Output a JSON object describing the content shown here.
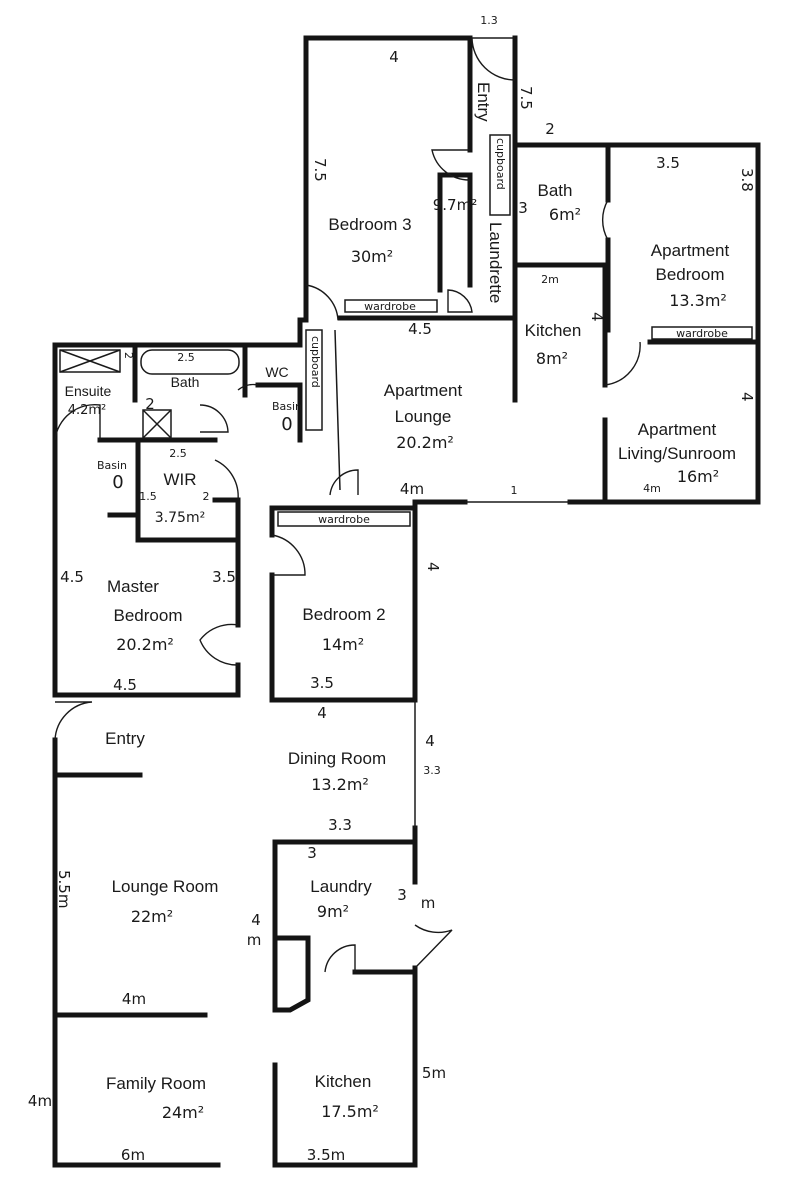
{
  "rooms": {
    "bedroom3": {
      "name": "Bedroom 3",
      "area": "30m²"
    },
    "laundrette": {
      "name": "Laundrette",
      "area": "9.7m²"
    },
    "entry_top": {
      "name": "Entry"
    },
    "bath_apt": {
      "name": "Bath",
      "area": "6m²"
    },
    "apartment_bedroom": {
      "name1": "Apartment",
      "name2": "Bedroom",
      "area": "13.3m²"
    },
    "kitchen_apt": {
      "name": "Kitchen",
      "area": "8m²"
    },
    "apartment_lounge": {
      "name1": "Apartment",
      "name2": "Lounge",
      "area": "20.2m²"
    },
    "apartment_living": {
      "name1": "Apartment",
      "name2": "Living/Sunroom",
      "area": "16m²"
    },
    "ensuite": {
      "name": "Ensuite",
      "area": "4.2m²"
    },
    "bath_main": {
      "name": "Bath"
    },
    "wc": {
      "name": "WC"
    },
    "wir": {
      "name": "WIR",
      "area": "3.75m²"
    },
    "master_bedroom": {
      "name1": "Master",
      "name2": "Bedroom",
      "area": "20.2m²"
    },
    "bedroom2": {
      "name": "Bedroom 2",
      "area": "14m²"
    },
    "entry_main": {
      "name": "Entry"
    },
    "dining_room": {
      "name": "Dining Room",
      "area": "13.2m²"
    },
    "lounge_room": {
      "name": "Lounge Room",
      "area": "22m²"
    },
    "laundry": {
      "name": "Laundry",
      "area": "9m²"
    },
    "family_room": {
      "name": "Family Room",
      "area": "24m²"
    },
    "kitchen_main": {
      "name": "Kitchen",
      "area": "17.5m²"
    }
  },
  "fixtures": {
    "wardrobe": "wardrobe",
    "cupboard": "cupboard",
    "basin": "Basin",
    "basin_zero": "0"
  },
  "dims": {
    "b3_top": "4",
    "entry_w": "1.3",
    "entry_len": "7.5",
    "b3_side": "7.5",
    "b3_bottom": "4.5",
    "apt_top": "2",
    "bath_side": "3",
    "bed_top": "3.5",
    "bed_side": "3.8",
    "kit_top": "2m",
    "kit_side": "4",
    "living_side": "4",
    "living_bottom": "4m",
    "lounge_bottom": "4m",
    "lounge_mid": "1",
    "ensuite_side": "2",
    "bath_top": "2.5",
    "bath_left": "2",
    "wir_top": "2.5",
    "wir_left": "1.5",
    "wir_right": "2",
    "master_left": "4.5",
    "master_right": "3.5",
    "master_bottom": "4.5",
    "bed2_right": "4",
    "bed2_bottom": "3.5",
    "dining_top": "4",
    "dining_right": "4",
    "dining_right2": "3.3",
    "dining_bottom": "3.3",
    "laundry_top": "3",
    "laundry_right": "3",
    "laundry_right_m": "m",
    "lounge_left": "5.5m",
    "lounge_inner": "4",
    "lounge_inner_m": "m",
    "family_left": "4m",
    "family_bottom": "6m",
    "kitchen_right": "5m",
    "kitchen_bottom": "3.5m"
  }
}
